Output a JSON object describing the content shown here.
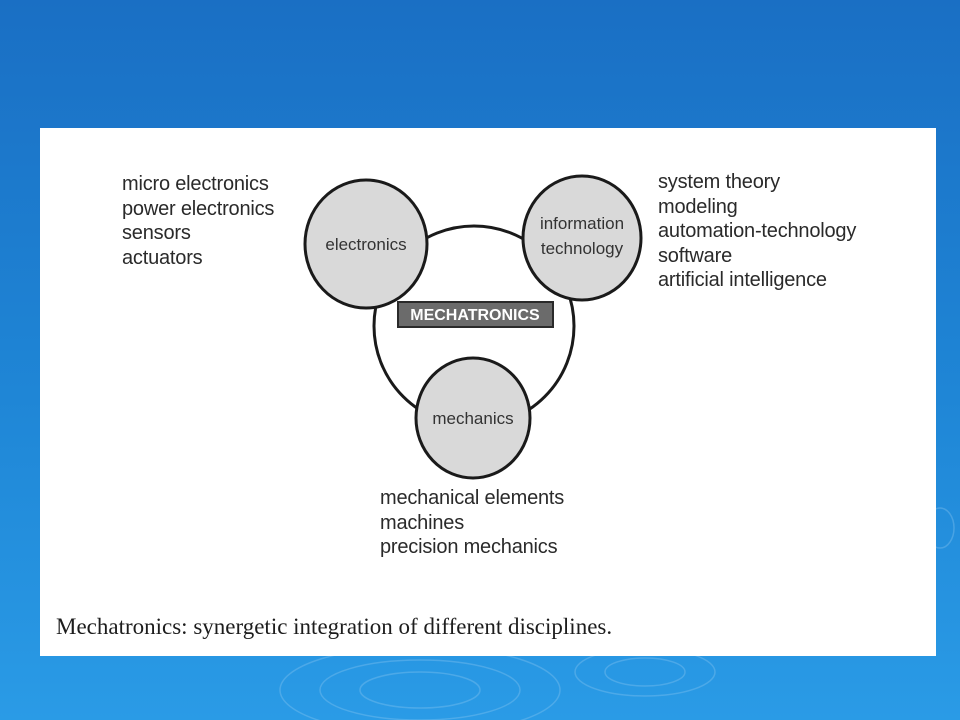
{
  "diagram": {
    "center_label": "MECHATRONICS",
    "nodes": [
      {
        "id": "electronics",
        "label_lines": [
          "electronics"
        ]
      },
      {
        "id": "information-technology",
        "label_lines": [
          "information",
          "technology"
        ]
      },
      {
        "id": "mechanics",
        "label_lines": [
          "mechanics"
        ]
      }
    ],
    "lists": {
      "electronics": [
        "micro electronics",
        "power electronics",
        "sensors",
        "actuators"
      ],
      "information_technology": [
        "system theory",
        "modeling",
        "automation-technology",
        "software",
        "artificial intelligence"
      ],
      "mechanics": [
        "mechanical elements",
        "machines",
        "precision mechanics"
      ]
    },
    "caption": "Mechatronics: synergetic integration of different disciplines."
  },
  "colors": {
    "background_top": "#1a6fc4",
    "background_bottom": "#2a9be6",
    "panel": "#ffffff",
    "node_fill": "#d9d9d9",
    "node_stroke": "#1a1a1a",
    "center_label_fill": "#6b6b6b"
  }
}
